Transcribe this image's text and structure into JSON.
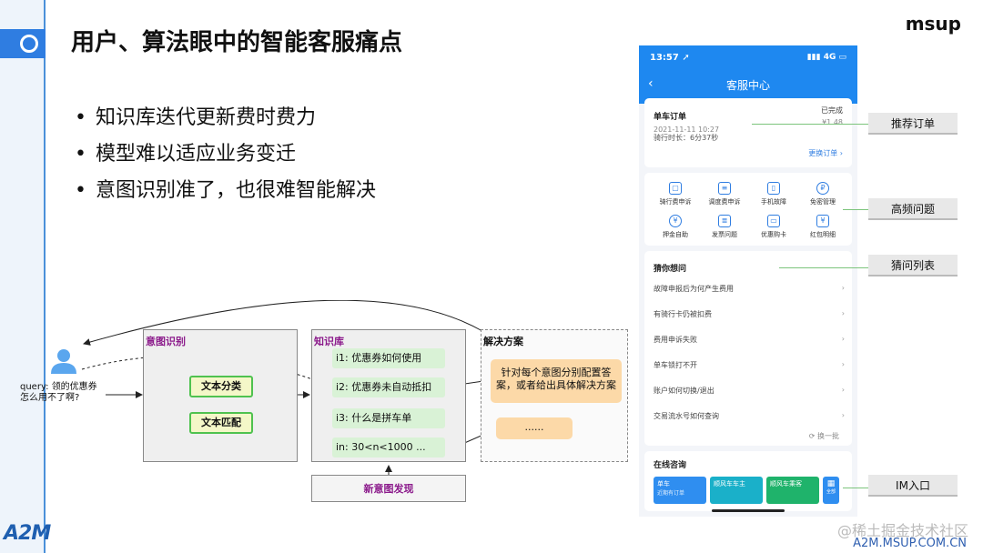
{
  "slide": {
    "title": "用户、算法眼中的智能客服痛点",
    "brand": "msup",
    "bullets": [
      "知识库迭代更新费时费力",
      "模型难以适应业务变迁",
      "意图识别准了，也很难智能解决"
    ],
    "logo_text": "A2M",
    "watermark": "@稀土掘金技术社区",
    "footer_url": "A2M.MSUP.COM.CN"
  },
  "diagram": {
    "query_text": [
      "query: 领的优惠券",
      "怎么用不了啊?"
    ],
    "intent_box": {
      "label": "意图识别",
      "buttons": [
        "文本分类",
        "文本匹配"
      ]
    },
    "kb_box": {
      "label": "知识库",
      "items": [
        "i1: 优惠券如何使用",
        "i2: 优惠券未自动抵扣",
        "i3: 什么是拼车单",
        "in:  30<n<1000  ..."
      ]
    },
    "solution_box": {
      "label": "解决方案",
      "main": [
        "针对每个意图分别配置答",
        "案，或者给出具体解决方案"
      ],
      "more": "......"
    },
    "new_intent": "新意图发现"
  },
  "phone": {
    "status_time": "13:57 ➚",
    "status_right": "▮▮▮ 4G ▭",
    "title": "客服中心",
    "order": {
      "title": "单车订单",
      "status": "已完成",
      "datetime": "2021-11-11 10:27",
      "amount": "¥1.48",
      "duration": "骑行时长：6分37秒",
      "change": "更换订单 ›"
    },
    "grid": [
      "骑行费申诉",
      "调度费申诉",
      "手机故障",
      "免密管理",
      "押金自助",
      "发票问题",
      "优惠购卡",
      "红包明细"
    ],
    "guess_title": "猜你想问",
    "questions": [
      "故障申报后为何产生费用",
      "有骑行卡仍被扣费",
      "费用申诉失败",
      "单车锁打不开",
      "账户如何切换/退出",
      "交易流水号如何查询"
    ],
    "refresh": "⟳ 换一批",
    "online_title": "在线咨询",
    "im_tiles": [
      {
        "label": "单车",
        "sub": "近期有订单"
      },
      {
        "label": "顺风车车主",
        "sub": ""
      },
      {
        "label": "顺风车乘客",
        "sub": ""
      },
      {
        "label": "全部",
        "sub": ""
      }
    ]
  },
  "callouts": [
    "推荐订单",
    "高频问题",
    "猜问列表",
    "IM入口"
  ],
  "colors": {
    "accent": "#2f7de1",
    "phone_header": "#1e88f0",
    "label_purple": "#8b1a8b",
    "green": "#4fc24f",
    "orange": "#fcd9a8"
  }
}
